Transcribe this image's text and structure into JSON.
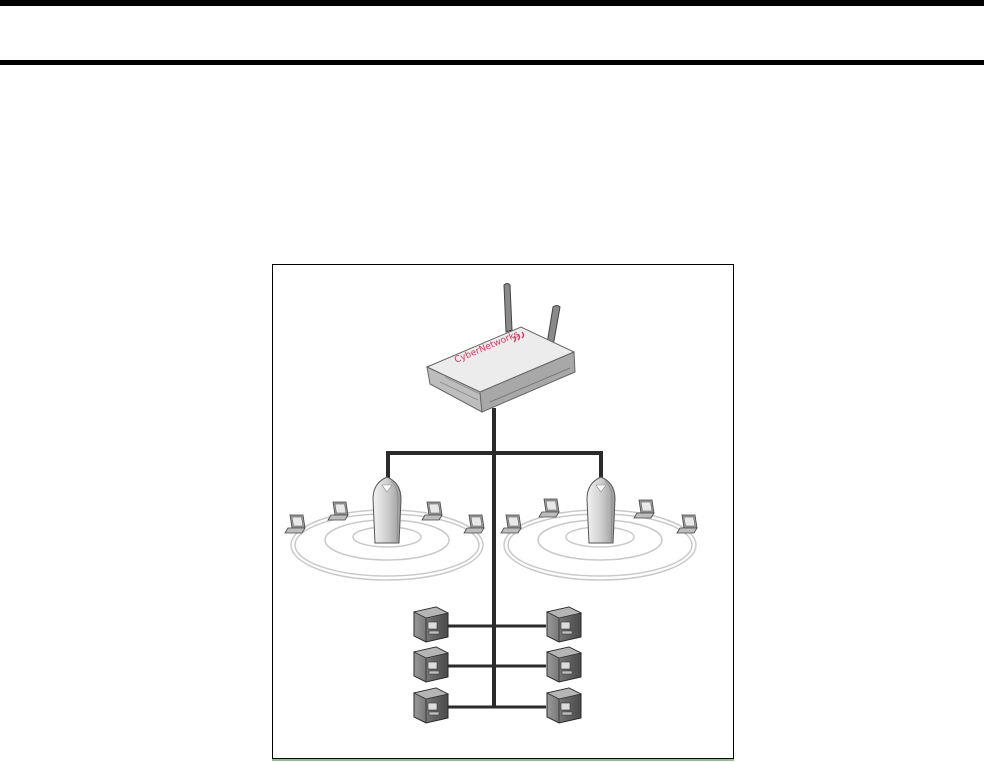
{
  "diagram": {
    "router_brand_text": "CyberNetworks",
    "colors": {
      "wire": "#2b2b2b",
      "ring": "#c9c9c9",
      "device_body": "#d6d6d6",
      "device_dark": "#6e6e6e",
      "brand_accent": "#d8345f"
    },
    "nodes": {
      "router": "wireless-router",
      "access_points": [
        "access-point-left",
        "access-point-right"
      ],
      "laptops_per_cell": 4,
      "servers_per_side": 3
    }
  }
}
